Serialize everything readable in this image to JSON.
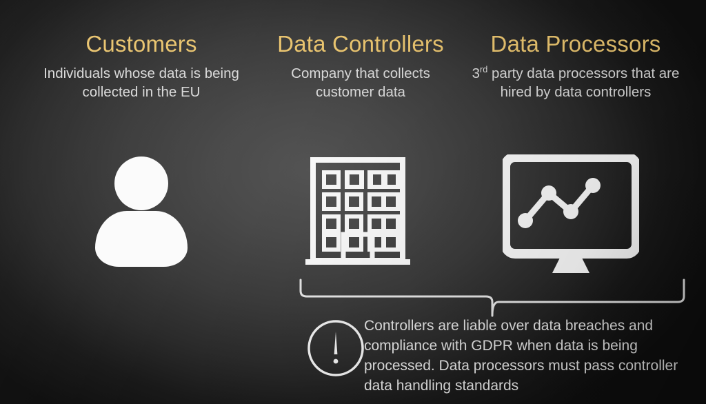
{
  "slide": {
    "background_dark": "#0d0d0d",
    "background_center": "#545454",
    "accent_color": "#e9c46f",
    "text_color": "#dadada",
    "icon_color": "#fbfbfb"
  },
  "columns": [
    {
      "id": "customers",
      "title": "Customers",
      "subtitle": "Individuals whose data is being collected in the EU",
      "icon": "person-icon"
    },
    {
      "id": "controllers",
      "title": "Data Controllers",
      "subtitle": "Company that collects customer data",
      "icon": "office-building-icon"
    },
    {
      "id": "processors",
      "title": "Data Processors",
      "subtitle_prefix": "3",
      "subtitle_superscript": "rd",
      "subtitle_rest": " party data processors that are hired by data controllers",
      "icon": "monitor-chart-icon"
    }
  ],
  "callout": {
    "icon": "exclamation-circle-icon",
    "brace": "curly-brace-icon",
    "text": "Controllers are liable over data breaches and compliance with GDPR when data is being processed. Data processors must pass controller data handling standards"
  }
}
